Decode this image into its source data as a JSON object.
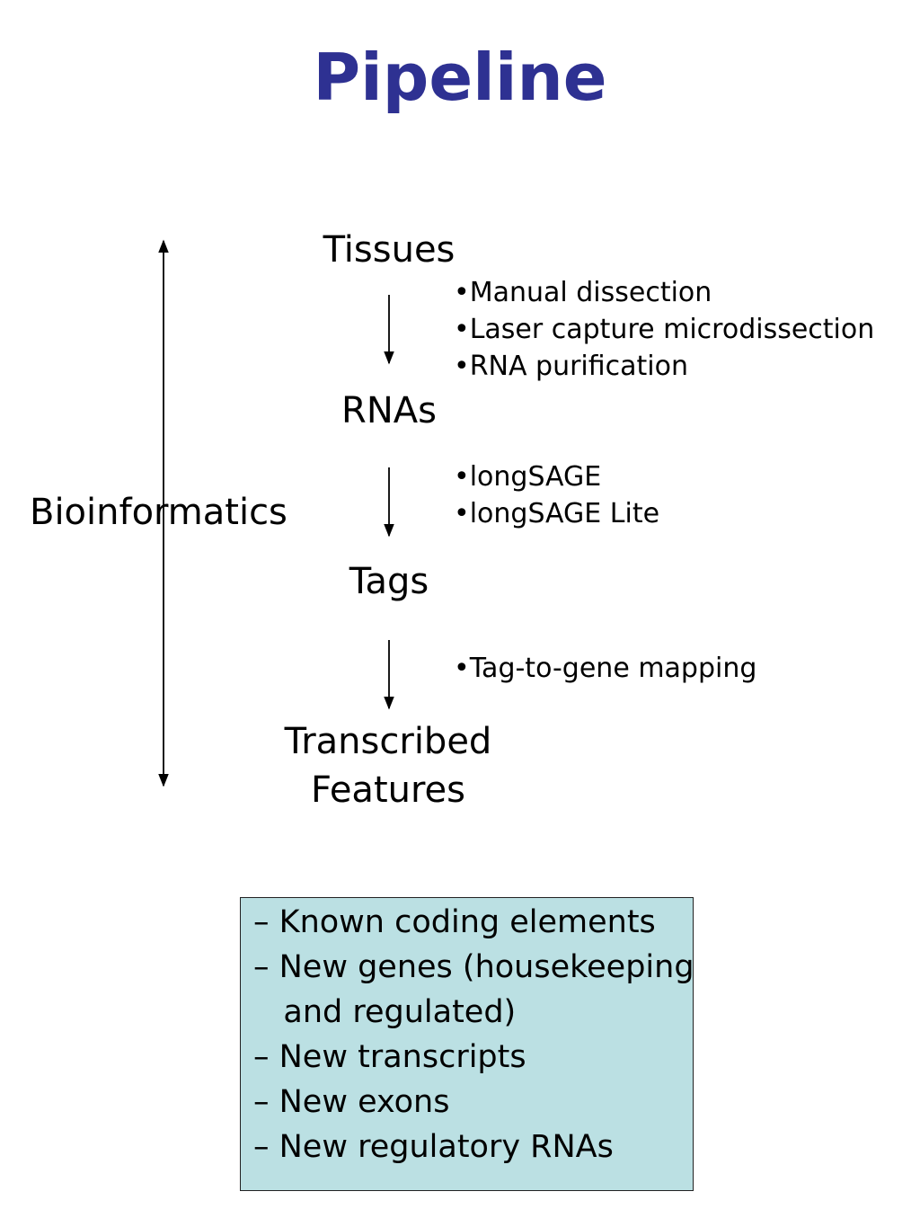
{
  "title": "Pipeline",
  "colors": {
    "title": "#2e3192",
    "box_fill": "#bbe0e3",
    "text": "#000000"
  },
  "pipeline": {
    "nodes": [
      {
        "id": "tissues",
        "lines": [
          "Tissues"
        ]
      },
      {
        "id": "rnas",
        "lines": [
          "RNAs"
        ]
      },
      {
        "id": "tags",
        "lines": [
          "Tags"
        ]
      },
      {
        "id": "features",
        "lines": [
          "Transcribed",
          "Features"
        ]
      }
    ],
    "steps": [
      {
        "from": "Tissues",
        "to": "RNAs",
        "notes": [
          "•Manual dissection",
          "•Laser capture microdissection",
          "•RNA purification"
        ]
      },
      {
        "from": "RNAs",
        "to": "Tags",
        "notes": [
          "•longSAGE",
          "•longSAGE Lite"
        ]
      },
      {
        "from": "Tags",
        "to": "Transcribed Features",
        "notes": [
          "•Tag-to-gene mapping"
        ]
      }
    ]
  },
  "side_label": "Bioinformatics",
  "outcomes": [
    "– Known coding elements",
    "– New genes (housekeeping",
    "   and regulated)",
    "– New transcripts",
    "– New exons",
    "– New regulatory RNAs"
  ]
}
